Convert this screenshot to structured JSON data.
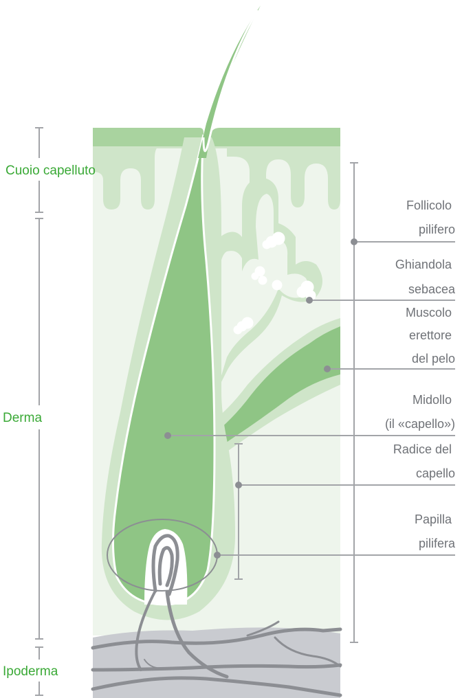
{
  "colors": {
    "accent_green": "#3aa936",
    "label_gray": "#6f7277",
    "skin_pale": "#eef5ec",
    "skin_light": "#cfe5c9",
    "skin_mid": "#a9d39f",
    "hair_green": "#8fc585",
    "fat_gray": "#c9cbd0",
    "vessel_gray": "#8c8e93",
    "leader_gray": "#a2a4a8"
  },
  "left_labels": {
    "scalp": "Cuoio capelluto",
    "dermis": "Derma",
    "hypodermis": "Ipoderma"
  },
  "right_labels": {
    "hair_follicle": [
      "Follicolo",
      "pilifero"
    ],
    "sebaceous_gland": [
      "Ghiandola",
      "sebacea"
    ],
    "arrector_muscle": [
      "Muscolo",
      "erettore",
      "del pelo"
    ],
    "medulla": [
      "Midollo",
      "(il «capello»)"
    ],
    "hair_root": [
      "Radice del",
      "capello"
    ],
    "hair_papilla": [
      "Papilla",
      "pilifera"
    ]
  }
}
